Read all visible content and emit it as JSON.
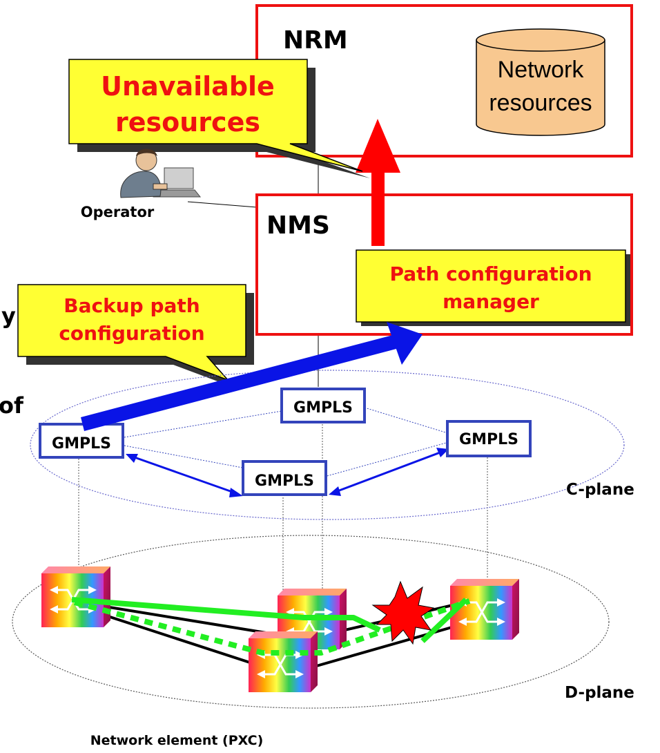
{
  "nrm": {
    "title": "NRM",
    "db_line1": "Network",
    "db_line2": "resources"
  },
  "nms": {
    "title": "NMS",
    "pcm_line1": "Path configuration",
    "pcm_line2": "manager"
  },
  "callouts": {
    "unavailable_line1": "Unavailable",
    "unavailable_line2": "resources",
    "backup_line1": "Backup path",
    "backup_line2": "configuration"
  },
  "operator_label": "Operator",
  "partial_text": {
    "line1": "y",
    "line2": "of"
  },
  "gmpls": {
    "top": "GMPLS",
    "left": "GMPLS",
    "center": "GMPLS",
    "right": "GMPLS"
  },
  "planes": {
    "c_plane": "C-plane",
    "d_plane": "D-plane"
  },
  "network_element_label": "Network element (PXC)",
  "colors": {
    "box_border": "#ee1111",
    "callout_fill": "#ffff33",
    "alert_text": "#ee1111",
    "gmpls_border": "#3344bb",
    "blue_arrow": "#0a14e6",
    "red_arrow": "#ff0000",
    "working_path": "#22ee22",
    "plane_outline": "#6666cc",
    "db_fill": "#f8c890"
  },
  "icons": {
    "operator": "person-at-laptop-icon",
    "switch": "optical-cross-connect-icon",
    "failure": "failure-burst-icon"
  }
}
